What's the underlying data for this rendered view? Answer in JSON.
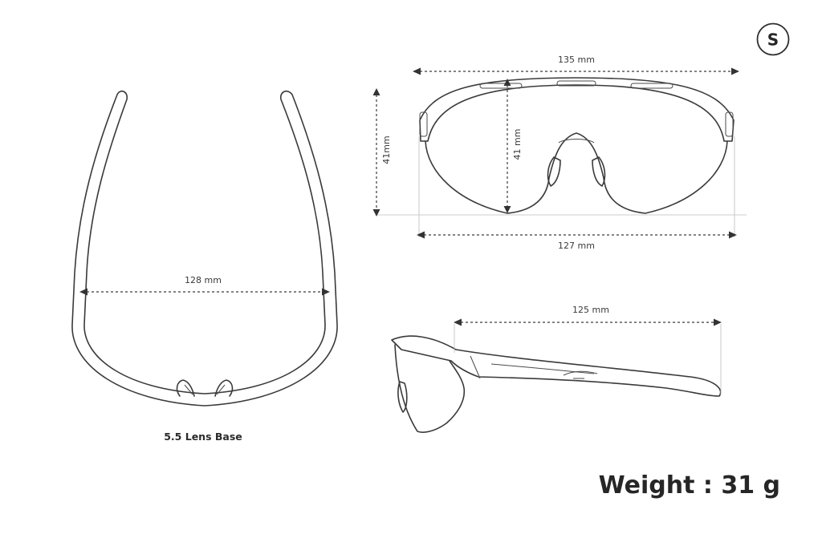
{
  "size_badge": "S",
  "top_view": {
    "width_label": "128 mm",
    "caption": "5.5 Lens Base"
  },
  "front_view": {
    "total_width_label": "135 mm",
    "lens_width_label": "127 mm",
    "height_label_outer": "41mm",
    "height_label_inner": "41 mm"
  },
  "side_view": {
    "temple_length_label": "125 mm"
  },
  "weight_label": "Weight : 31 g"
}
